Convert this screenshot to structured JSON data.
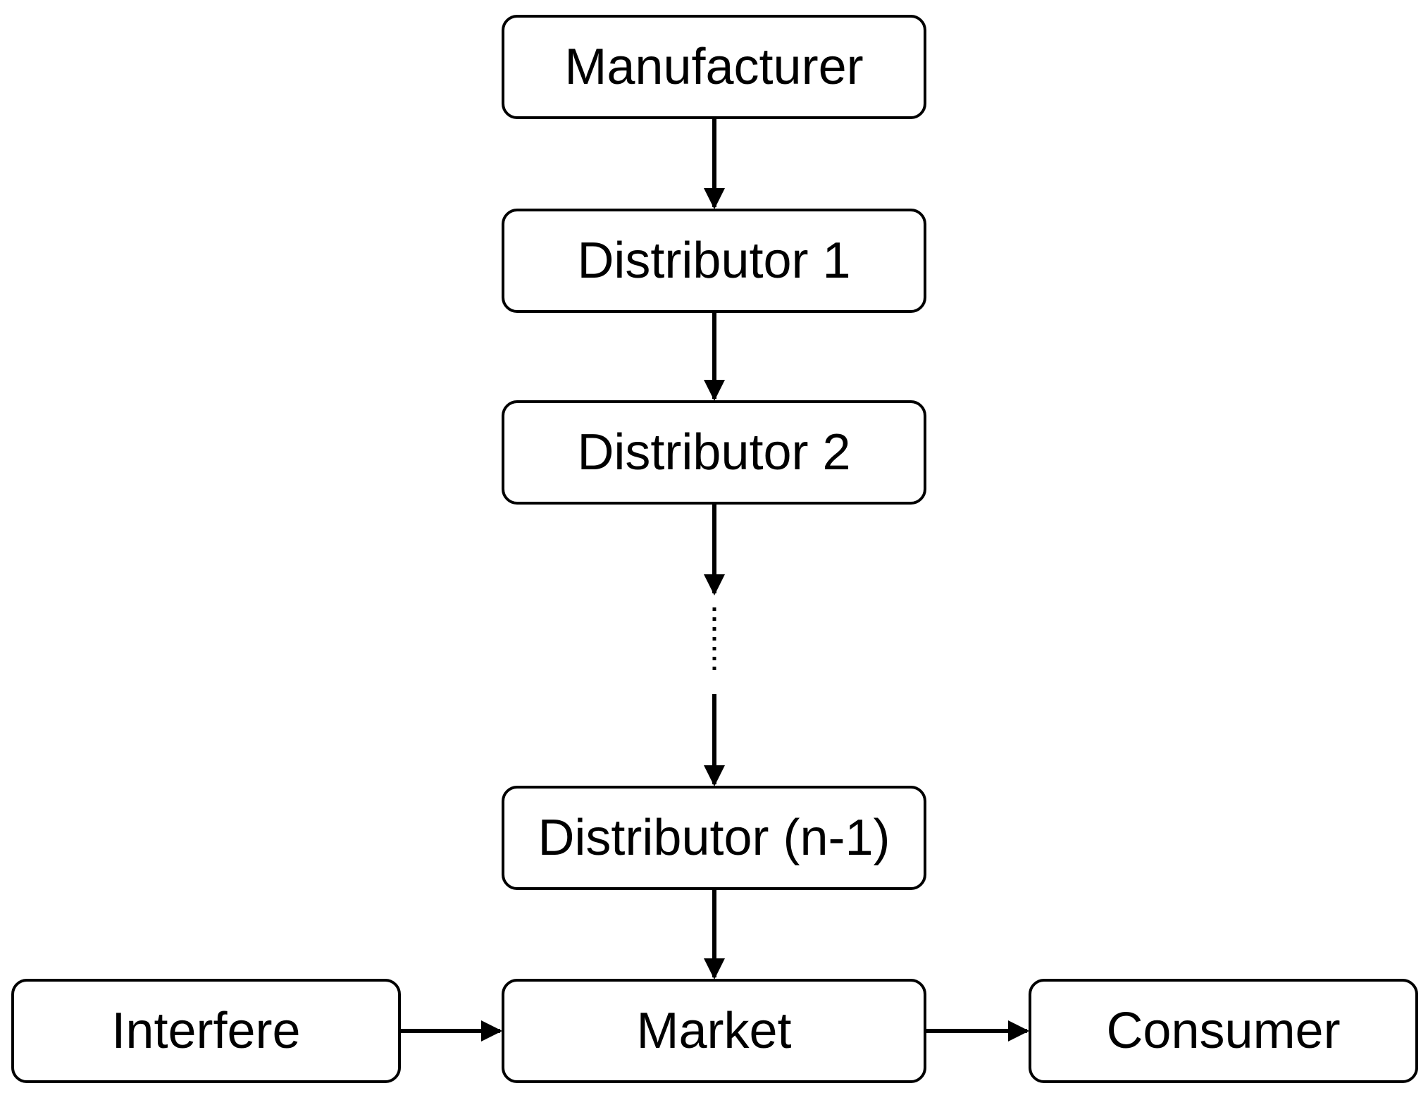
{
  "nodes": {
    "manufacturer": "Manufacturer",
    "distributor_1": "Distributor 1",
    "distributor_2": "Distributor 2",
    "distributor_n_minus_1": "Distributor (n-1)",
    "market": "Market",
    "interfere": "Interfere",
    "consumer": "Consumer"
  },
  "edges": [
    {
      "from": "Manufacturer",
      "to": "Distributor 1"
    },
    {
      "from": "Distributor 1",
      "to": "Distributor 2"
    },
    {
      "from": "Distributor 2",
      "to": "Distributor (n-1)",
      "style": "dotted-gap"
    },
    {
      "from": "Distributor (n-1)",
      "to": "Market"
    },
    {
      "from": "Interfere",
      "to": "Market"
    },
    {
      "from": "Market",
      "to": "Consumer"
    }
  ],
  "colors": {
    "stroke": "#000000",
    "background": "#ffffff",
    "text": "#000000"
  }
}
